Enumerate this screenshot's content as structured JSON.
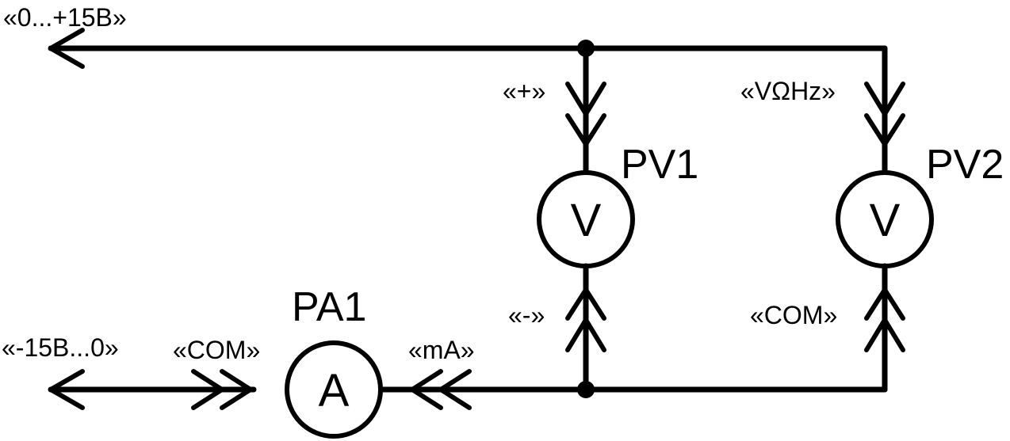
{
  "terminals": {
    "pos_supply": "«0...+15В»",
    "neg_supply": "«-15В...0»"
  },
  "meters": {
    "pa1": {
      "name": "PA1",
      "symbol": "A",
      "in_label": "«mA»",
      "com_label": "«COM»"
    },
    "pv1": {
      "name": "PV1",
      "symbol": "V",
      "in_label": "«+»",
      "com_label": "«-»"
    },
    "pv2": {
      "name": "PV2",
      "symbol": "V",
      "in_label": "«VΩHz»",
      "com_label": "«COM»"
    }
  }
}
